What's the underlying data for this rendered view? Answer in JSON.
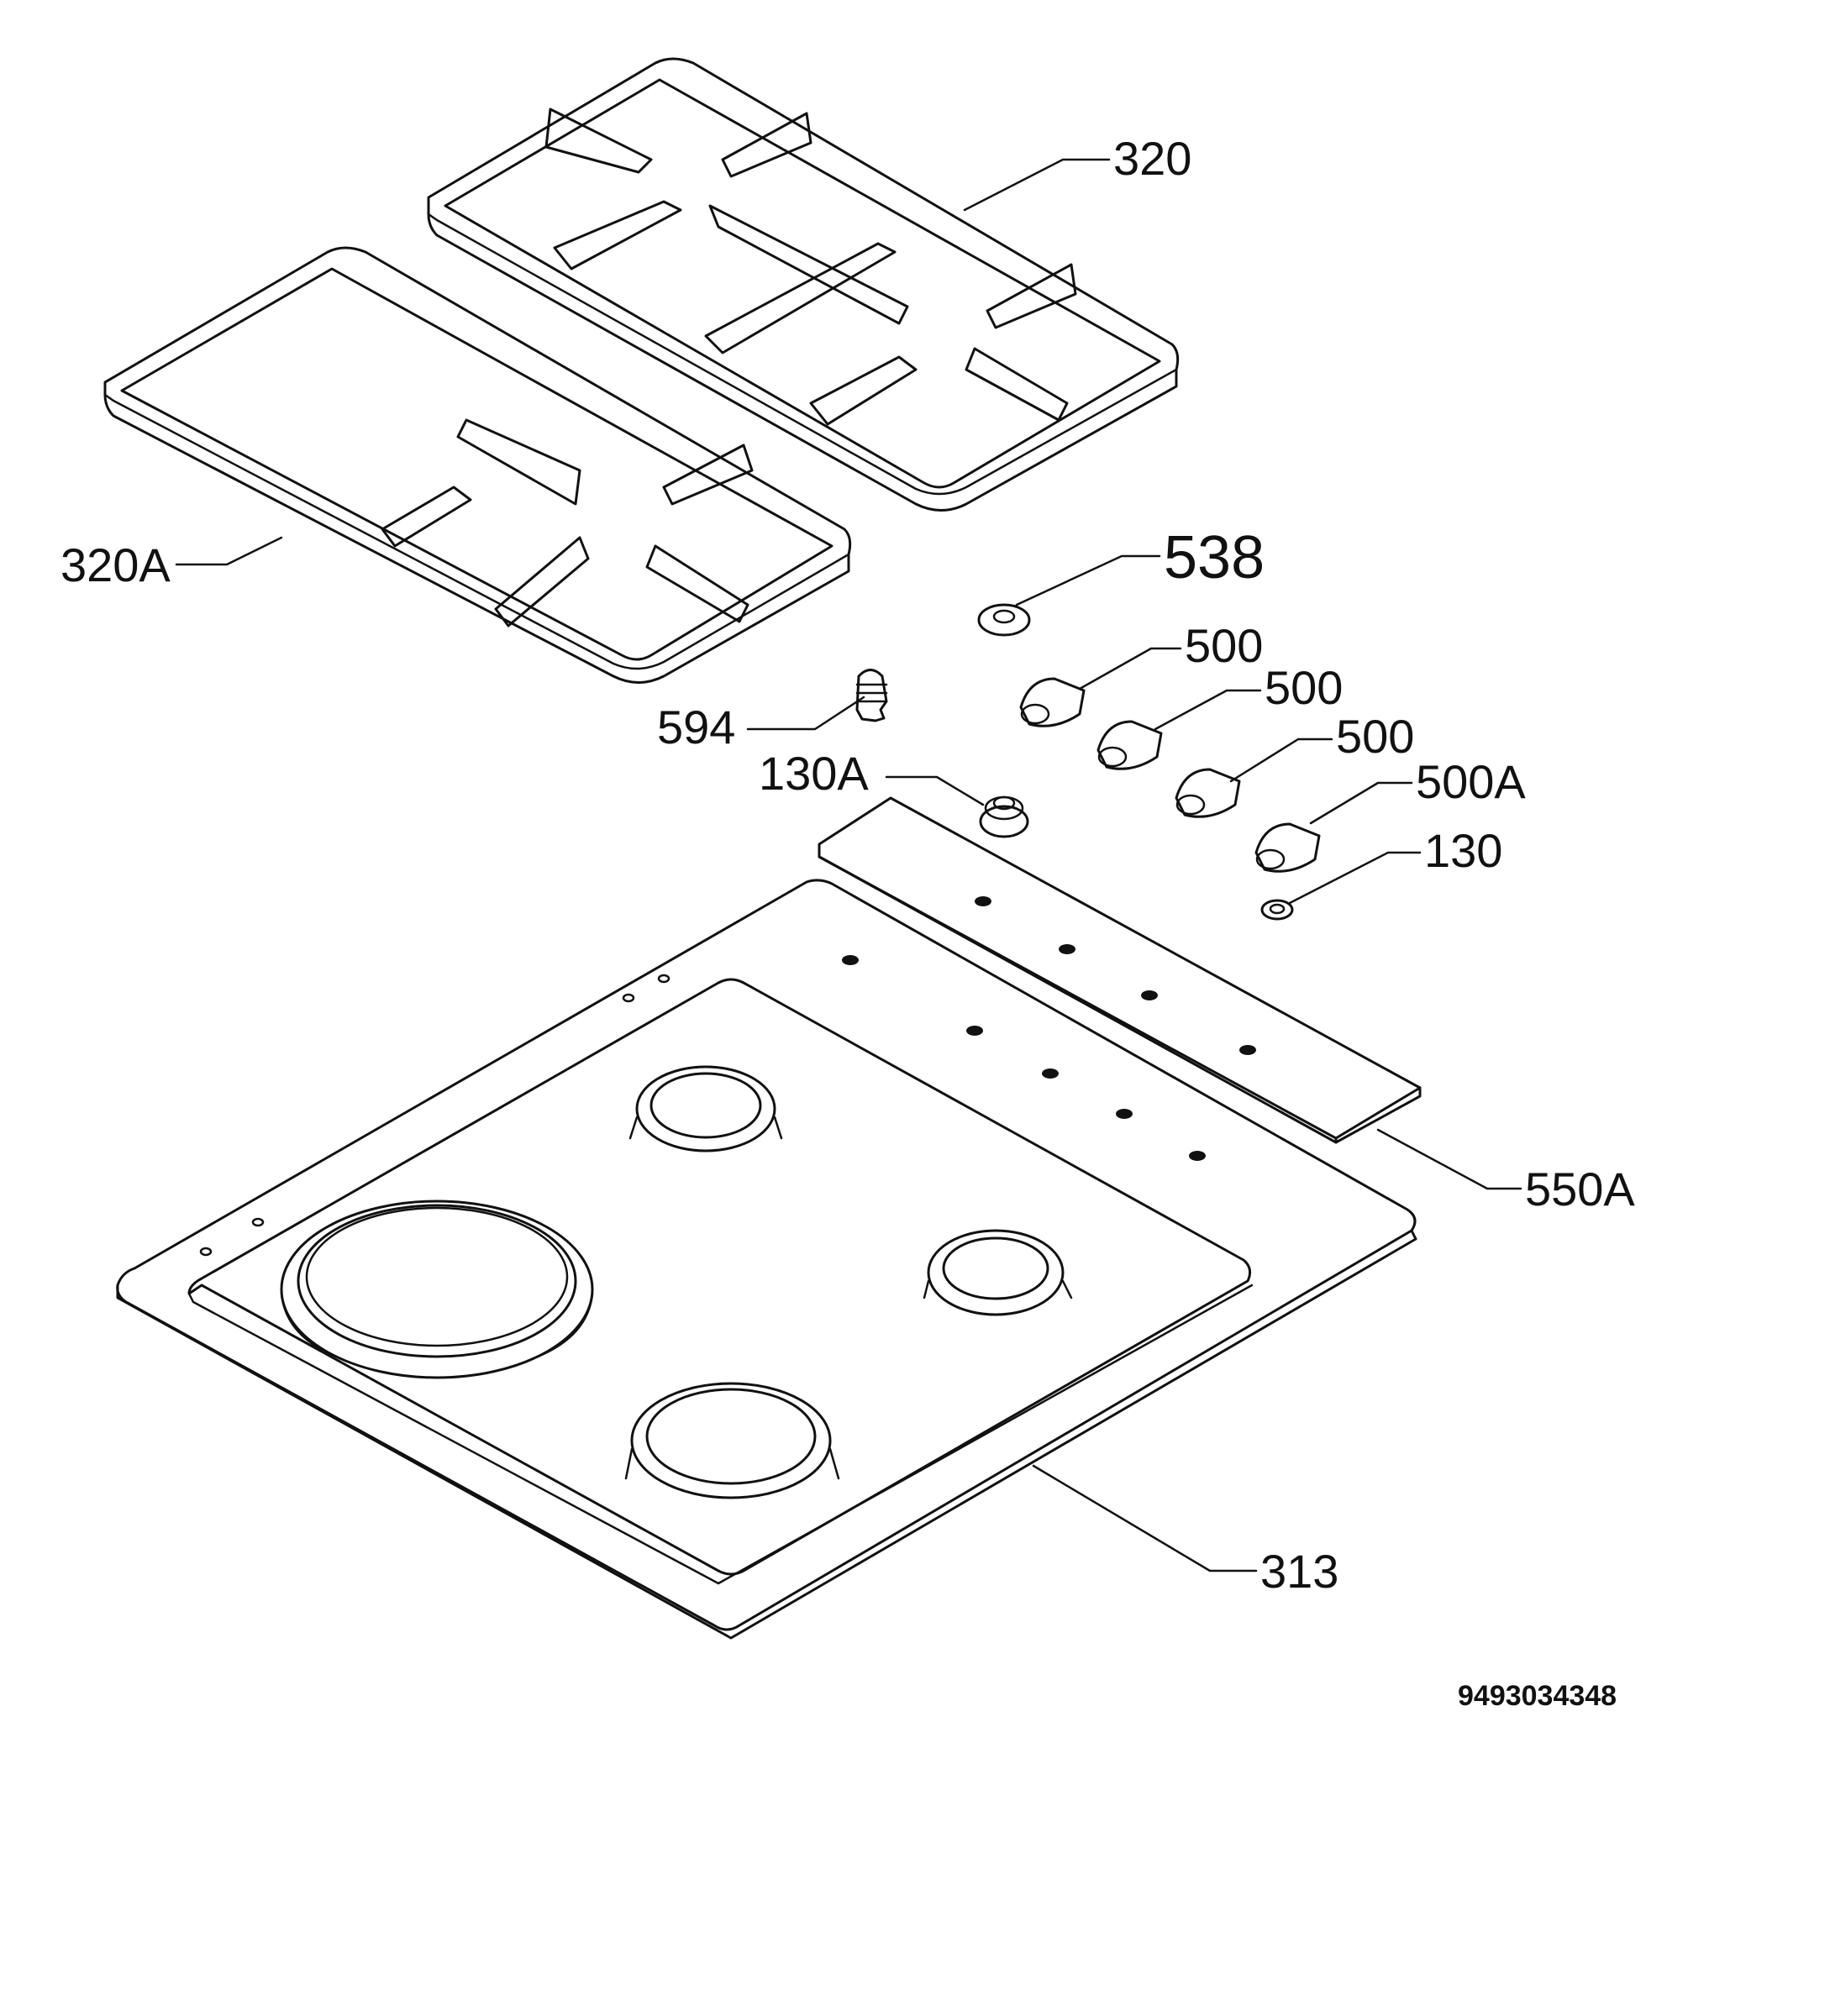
{
  "labels": {
    "grid_right": "320",
    "grid_left": "320A",
    "cap_big": "538",
    "knob_1": "500",
    "knob_2": "500",
    "knob_3": "500",
    "knob_4": "500A",
    "ring_small": "130",
    "ring_large": "130A",
    "igniter": "594",
    "control_strip": "550A",
    "hob_top": "313"
  },
  "reference_number": "9493034348"
}
